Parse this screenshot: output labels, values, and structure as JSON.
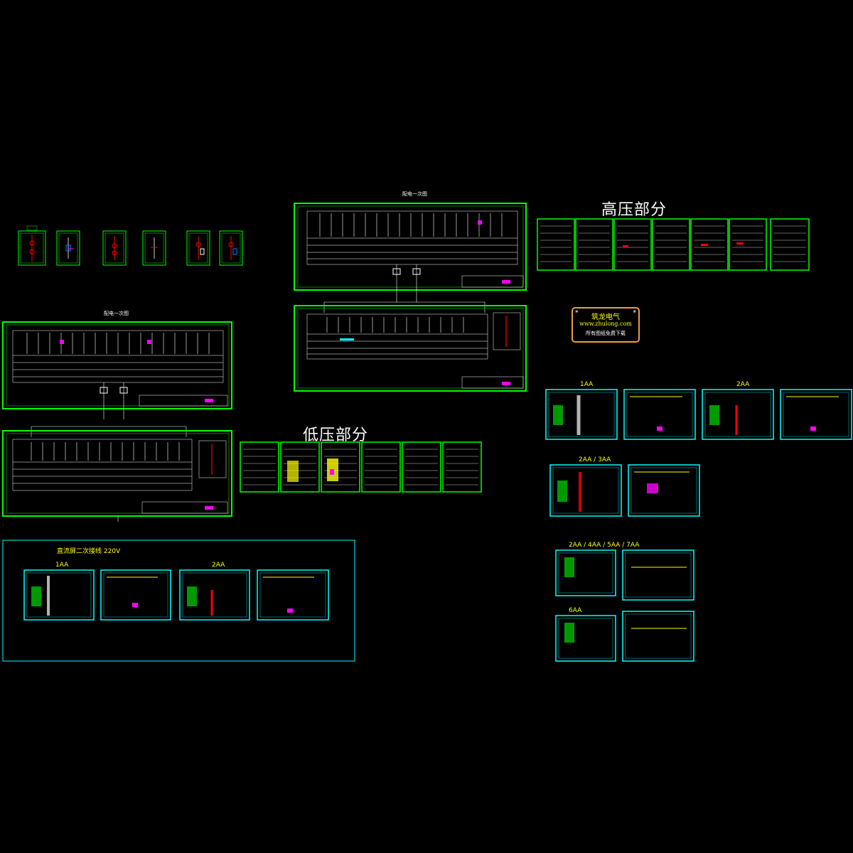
{
  "sections": {
    "high_voltage_title": "高压部分",
    "low_voltage_title": "低压部分"
  },
  "labels": {
    "top_center_caption": "配电一次图",
    "left_caption": "配电一次图",
    "group_box_caption": "直流屏二次接线 220V",
    "sheet_1A": "1AA",
    "sheet_2A": "2AA",
    "sheet_2A_4A": "2AA / 3AA",
    "sheet_group_long": "2AA / 4AA / 5AA / 7AA",
    "sheet_6A": "6AA",
    "bottom_1A": "1AA",
    "bottom_2A": "2AA"
  },
  "stamp": {
    "line1": "筑龙电气",
    "line2": "www.zhulong.com",
    "line3": "所有图纸免费下载",
    "star": "*"
  },
  "colors": {
    "background": "#000000",
    "frame_green": "#00ff00",
    "frame_cyan": "#00ffff",
    "title_white": "#ffffff",
    "stamp_border": "#e8a040",
    "stamp_text": "#ffff00",
    "accent_red": "#ff0000",
    "accent_magenta": "#ff00ff",
    "accent_yellow": "#ffff00"
  }
}
